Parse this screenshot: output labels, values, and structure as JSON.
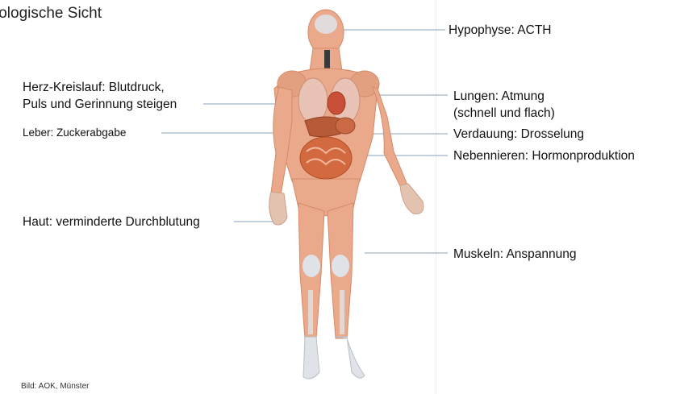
{
  "title": "iologische Sicht",
  "labels": {
    "hypophyse": "Hypophyse: ACTH",
    "herz_line1": "Herz-Kreislauf: Blutdruck,",
    "herz_line2": "Puls und Gerinnung steigen",
    "leber": "Leber: Zuckerabgabe",
    "lungen_line1": "Lungen: Atmung",
    "lungen_line2": "(schnell und flach)",
    "verdauung": "Verdauung: Drosselung",
    "nebennieren": "Nebennieren: Hormonproduktion",
    "haut": "Haut: verminderte Durchblutung",
    "muskeln": "Muskeln: Anspannung"
  },
  "credit": "Bild: AOK, Münster",
  "colors": {
    "muscle": "#e9a98a",
    "muscle_dark": "#d58a68",
    "tendon": "#dfe3e8",
    "organ": "#d2693f",
    "organ_dark": "#b24e2a",
    "leader_line": "#9fb4c8"
  }
}
